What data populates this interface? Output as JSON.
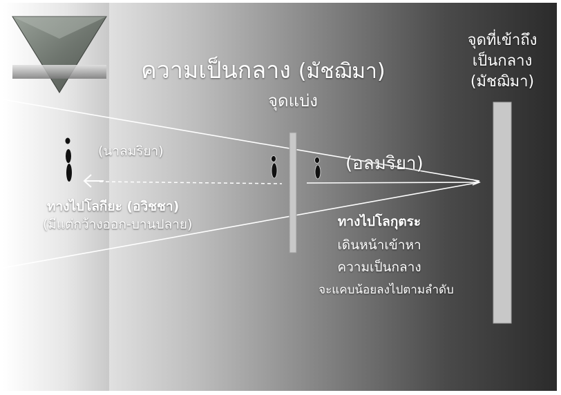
{
  "title": {
    "main": "ความเป็นกลาง",
    "paren": "(มัชฌิมา)"
  },
  "divider_label": "จุดแบ่ง",
  "goal_label": {
    "line1": "จุดที่เข้าถึง",
    "line2": "เป็นกลาง",
    "line3": "(มัชฌิมา)"
  },
  "left_side": {
    "label": "(นาลมริยา)",
    "path_title": "ทางไปโลกียะ (อวิชชา)",
    "path_desc": "(มีแต่กว้างออก-บานปลาย)"
  },
  "right_side": {
    "label": "(อลมริยา)",
    "path_title": "ทางไปโลกุตระ",
    "desc1": "เดินหน้าเข้าหา",
    "desc2": "ความเป็นกลาง",
    "desc3": "จะแคบน้อยลงไปตามลำดับ"
  },
  "colors": {
    "slide_dark": "#2b2b2b",
    "slide_light": "#ffffff",
    "bar": "#c8c8c8",
    "text": "#ffffff"
  },
  "icons": [
    "pyramid-logo",
    "arrow-left-icon",
    "arrow-right-icon",
    "standing-figure-icon"
  ]
}
